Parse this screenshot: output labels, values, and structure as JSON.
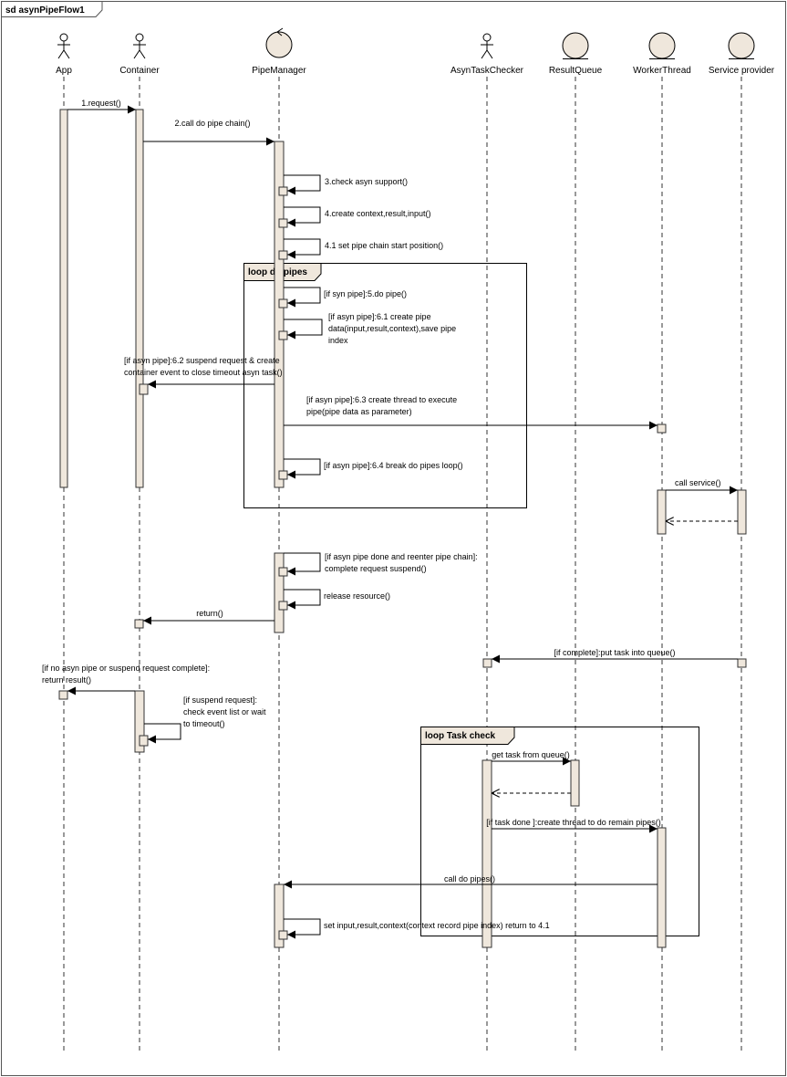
{
  "diagram": {
    "title": "sd asynPipeFlow1",
    "participants": [
      {
        "id": "app",
        "name": "App",
        "kind": "actor"
      },
      {
        "id": "container",
        "name": "Container",
        "kind": "actor"
      },
      {
        "id": "pipemanager",
        "name": "PipeManager",
        "kind": "control"
      },
      {
        "id": "asyntaskchecker",
        "name": "AsynTaskChecker",
        "kind": "actor"
      },
      {
        "id": "resultqueue",
        "name": "ResultQueue",
        "kind": "entity"
      },
      {
        "id": "workerthread",
        "name": "WorkerThread",
        "kind": "entity"
      },
      {
        "id": "serviceprovider",
        "name": "Service provider",
        "kind": "entity"
      }
    ],
    "fragments": [
      {
        "id": "loop-do-pipes",
        "title": "loop do pipes"
      },
      {
        "id": "loop-task-check",
        "title": "loop Task check"
      }
    ],
    "messages": [
      {
        "id": "m1",
        "from": "app",
        "to": "container",
        "label": [
          "1.request()"
        ]
      },
      {
        "id": "m2",
        "from": "container",
        "to": "pipemanager",
        "label": [
          "2.call do pipe chain()"
        ]
      },
      {
        "id": "m3",
        "from": "pipemanager",
        "to": "pipemanager",
        "label": [
          "3.check asyn support()"
        ]
      },
      {
        "id": "m4",
        "from": "pipemanager",
        "to": "pipemanager",
        "label": [
          "4.create context,result,input()"
        ]
      },
      {
        "id": "m41",
        "from": "pipemanager",
        "to": "pipemanager",
        "label": [
          "4.1 set pipe chain start position()"
        ]
      },
      {
        "id": "m5",
        "from": "pipemanager",
        "to": "pipemanager",
        "label": [
          "[if syn pipe]:5.do pipe()"
        ]
      },
      {
        "id": "m61",
        "from": "pipemanager",
        "to": "pipemanager",
        "label": [
          "[if asyn pipe]:6.1 create pipe",
          "data(input,result,context),save pipe",
          "index"
        ]
      },
      {
        "id": "m62",
        "from": "pipemanager",
        "to": "container",
        "label": [
          "[if asyn pipe]:6.2 suspend request & create",
          "container event to close timeout asyn task()"
        ]
      },
      {
        "id": "m63",
        "from": "pipemanager",
        "to": "workerthread",
        "label": [
          "[if asyn pipe]:6.3 create thread to execute",
          "pipe(pipe data as parameter)"
        ]
      },
      {
        "id": "m64",
        "from": "pipemanager",
        "to": "pipemanager",
        "label": [
          "[if asyn pipe]:6.4 break do pipes loop()"
        ]
      },
      {
        "id": "m_call_service",
        "from": "workerthread",
        "to": "serviceprovider",
        "label": [
          "call service()"
        ]
      },
      {
        "id": "m_reenter",
        "from": "pipemanager",
        "to": "pipemanager",
        "label": [
          "[if asyn pipe done and reenter pipe chain]:",
          "complete request suspend()"
        ]
      },
      {
        "id": "m_release",
        "from": "pipemanager",
        "to": "pipemanager",
        "label": [
          "release resource()"
        ]
      },
      {
        "id": "m_return",
        "from": "pipemanager",
        "to": "container",
        "label": [
          "return()"
        ]
      },
      {
        "id": "m_put_task",
        "from": "serviceprovider",
        "to": "asyntaskchecker",
        "label": [
          "[if complete]:put task into queue()"
        ]
      },
      {
        "id": "m_return_result",
        "from": "container",
        "to": "app",
        "label": [
          "[if no asyn pipe or suspend request complete]:",
          "return result()"
        ]
      },
      {
        "id": "m_check_event",
        "from": "container",
        "to": "container",
        "label": [
          "[if suspend request]:",
          "check event list or wait",
          "to timeout()"
        ]
      },
      {
        "id": "m_get_task",
        "from": "asyntaskchecker",
        "to": "resultqueue",
        "label": [
          "get task from queue()"
        ]
      },
      {
        "id": "m_task_done",
        "from": "asyntaskchecker",
        "to": "workerthread",
        "label": [
          "[if task done ]:create thread to do remain pipes()"
        ]
      },
      {
        "id": "m_call_do_pipes",
        "from": "workerthread",
        "to": "pipemanager",
        "label": [
          "call do pipes()"
        ]
      },
      {
        "id": "m_set_input",
        "from": "pipemanager",
        "to": "pipemanager",
        "label": [
          "set input,result,context(context record pipe index) return to 4.1"
        ]
      }
    ]
  }
}
